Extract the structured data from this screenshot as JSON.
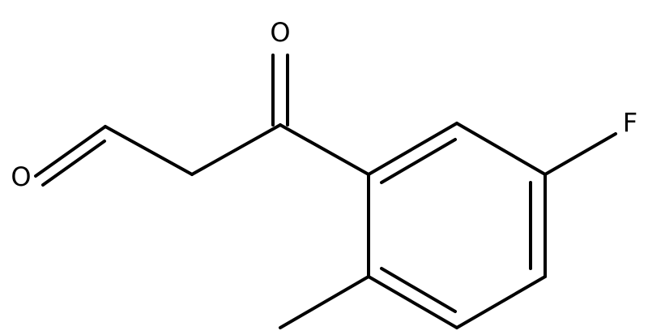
{
  "molecule": {
    "atoms": {
      "oxygen_aldehyde": "O",
      "oxygen_ketone": "O",
      "fluorine": "F"
    },
    "colors": {
      "bond": "#000000",
      "label": "#000000",
      "background": "#ffffff"
    }
  }
}
